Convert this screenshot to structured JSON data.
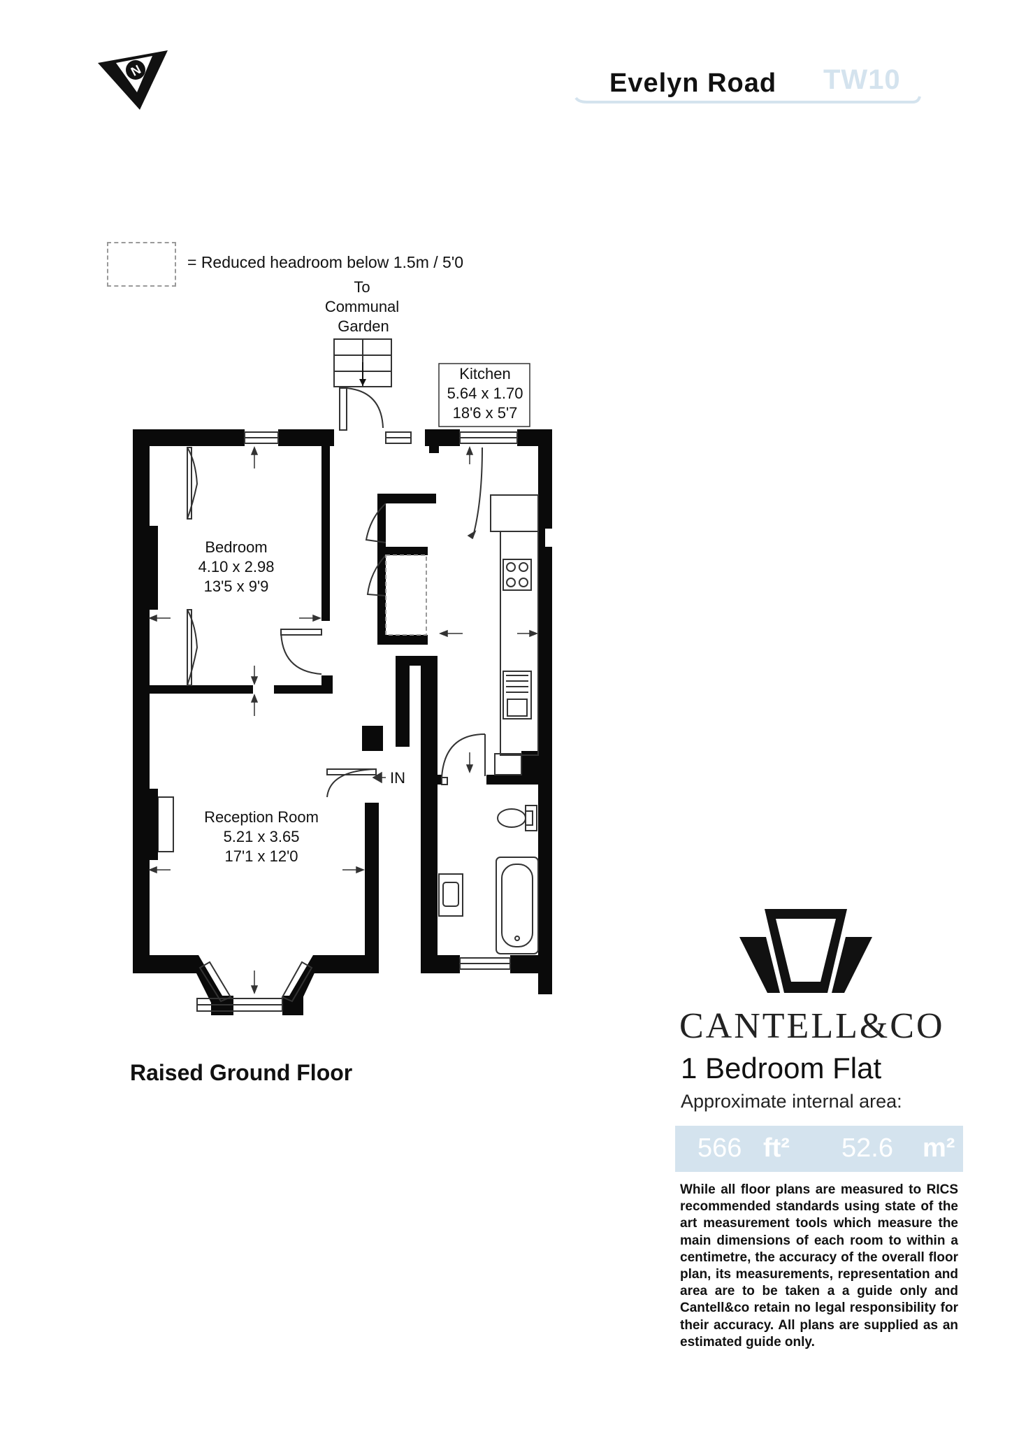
{
  "header": {
    "street": "Evelyn Road",
    "postcode": "TW10"
  },
  "compass": {
    "letter": "N",
    "icon": "north-compass-icon"
  },
  "legend": {
    "text": "= Reduced headroom below 1.5m / 5'0"
  },
  "plan": {
    "garden_label": [
      "To",
      "Communal",
      "Garden"
    ],
    "entrance_label": "IN",
    "floor_label": "Raised Ground Floor",
    "rooms": [
      {
        "name": "Kitchen",
        "metric": "5.64 x 1.70",
        "imperial": "18'6 x 5'7"
      },
      {
        "name": "Bedroom",
        "metric": "4.10 x 2.98",
        "imperial": "13'5 x 9'9"
      },
      {
        "name": "Reception Room",
        "metric": "5.21 x 3.65",
        "imperial": "17'1 x 12'0"
      }
    ]
  },
  "agency": {
    "name": "CANTELL&CO",
    "property_type": "1 Bedroom Flat",
    "area_caption": "Approximate internal area:",
    "area_sqft": "566",
    "sqft_unit": "ft²",
    "area_sqm": "52.6",
    "sqm_unit": "m²",
    "brand_color": "#d4e3ee"
  },
  "disclaimer": "While all floor plans are measured to RICS recommended standards using state of the art measurement tools which measure the main dimensions of each room to within a centimetre, the accuracy of the overall floor plan, its measurements, representation and area are to be taken a a guide only and Cantell&co retain no legal responsibility for their accuracy. All plans are supplied as an estimated guide only."
}
